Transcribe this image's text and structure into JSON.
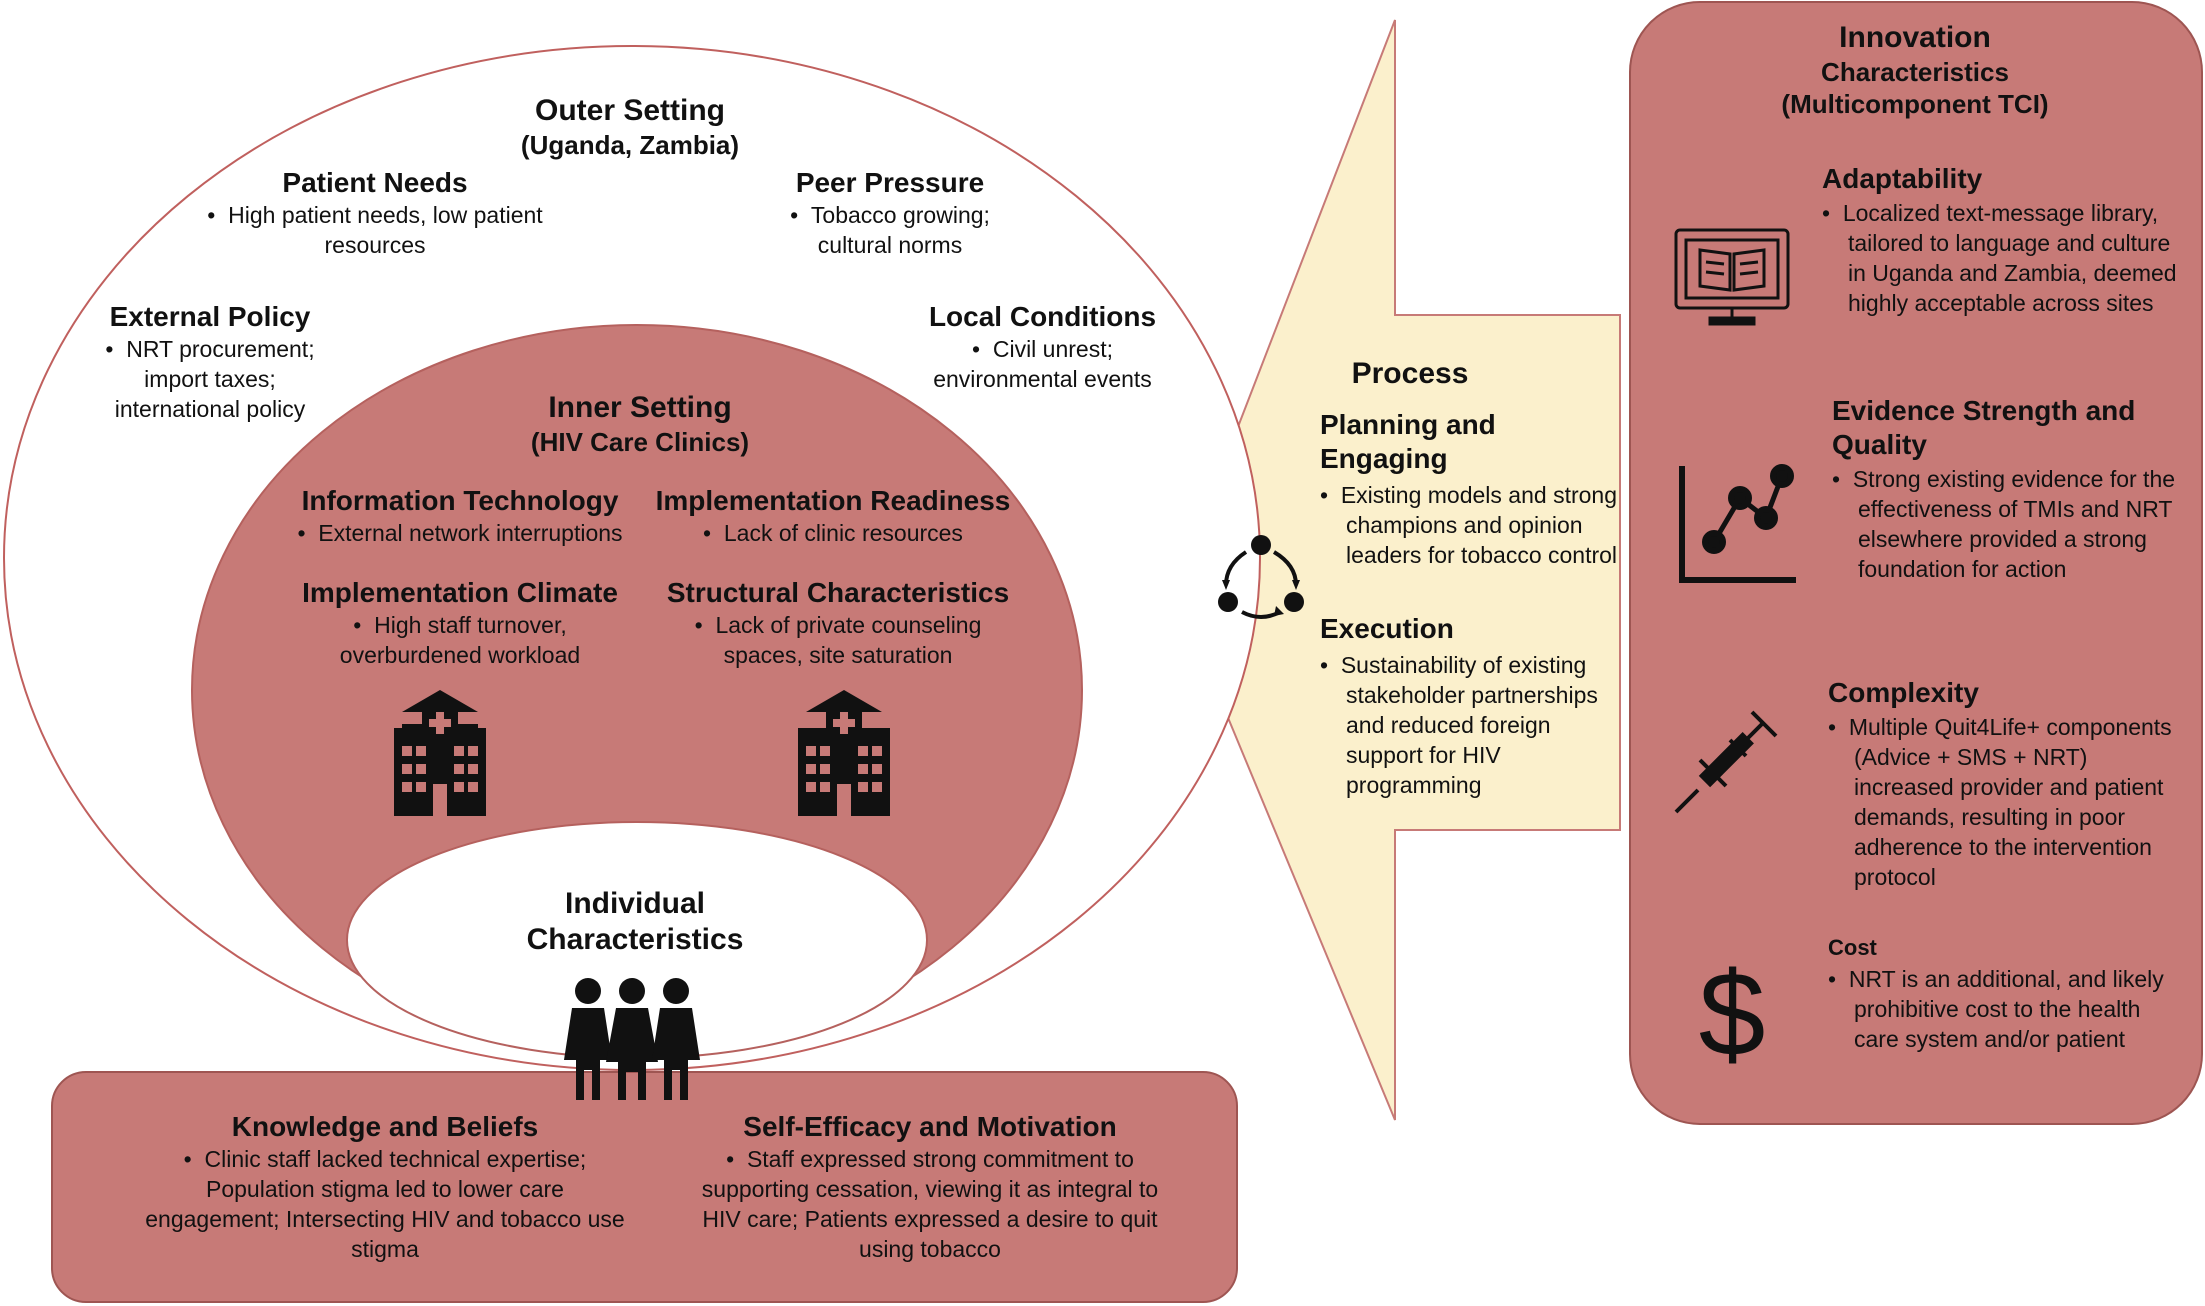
{
  "outer_setting": {
    "title": "Outer Setting",
    "subtitle": "(Uganda, Zambia)",
    "patient_needs": {
      "heading": "Patient Needs",
      "text": "High patient needs, low patient resources"
    },
    "peer_pressure": {
      "heading": "Peer Pressure",
      "text": "Tobacco growing; cultural norms"
    },
    "external_policy": {
      "heading": "External Policy",
      "text": "NRT procurement; import taxes; international policy"
    },
    "local_conditions": {
      "heading": "Local Conditions",
      "text": "Civil unrest; environmental events"
    }
  },
  "inner_setting": {
    "title": "Inner Setting",
    "subtitle": "(HIV Care Clinics)",
    "information_technology": {
      "heading": "Information Technology",
      "text": "External network interruptions"
    },
    "implementation_readiness": {
      "heading": "Implementation Readiness",
      "text": "Lack of clinic resources"
    },
    "implementation_climate": {
      "heading": "Implementation Climate",
      "text": "High staff turnover, overburdened workload"
    },
    "structural_characteristics": {
      "heading": "Structural Characteristics",
      "text": "Lack of private counseling spaces, site saturation"
    }
  },
  "individual": {
    "title": "Individual Characteristics",
    "knowledge": {
      "heading": "Knowledge and Beliefs",
      "text": "Clinic staff lacked technical expertise; Population stigma led to lower care engagement; Intersecting HIV and tobacco use stigma"
    },
    "self_efficacy": {
      "heading": "Self-Efficacy and Motivation",
      "text": "Staff expressed strong commitment to supporting cessation, viewing it as integral to HIV care; Patients expressed a desire to quit using tobacco"
    }
  },
  "process": {
    "title": "Process",
    "planning": {
      "heading": "Planning and Engaging",
      "text": "Existing models and strong champions and opinion leaders for tobacco control"
    },
    "execution": {
      "heading": "Execution",
      "text": "Sustainability of existing stakeholder partnerships and reduced foreign support for HIV programming"
    }
  },
  "innovation": {
    "title": "Innovation",
    "subtitle": "Characteristics",
    "subtitle2": "(Multicomponent TCI)",
    "adaptability": {
      "heading": "Adaptability",
      "text": "Localized text-message library, tailored to language and culture in Uganda and Zambia, deemed highly acceptable across sites",
      "icon": "monitor-book-icon"
    },
    "evidence": {
      "heading": "Evidence Strength and Quality",
      "text": "Strong existing evidence for the effectiveness of TMIs and NRT elsewhere provided a strong foundation for action",
      "icon": "line-chart-icon"
    },
    "complexity": {
      "heading": "Complexity",
      "text": "Multiple Quit4Life+ components (Advice + SMS + NRT) increased provider and patient demands, resulting in poor adherence to the intervention protocol",
      "icon": "syringe-icon"
    },
    "cost": {
      "heading": "Cost",
      "text": "NRT is an additional, and likely prohibitive cost to the health care system and/or patient",
      "icon": "dollar-icon"
    }
  },
  "colors": {
    "panel_fill": "#c77a77",
    "panel_stroke": "#b5615e",
    "process_fill": "#fbf0cc",
    "outline": "#c77a77"
  }
}
